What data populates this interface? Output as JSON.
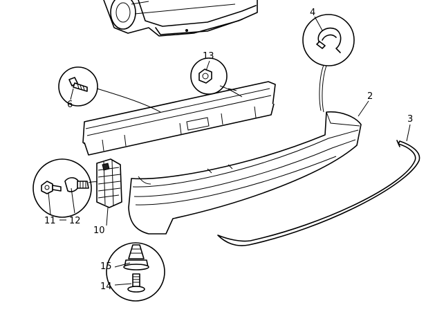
{
  "callouts": {
    "c2": "2",
    "c3": "3",
    "c4": "4",
    "c6": "6",
    "c10": "10",
    "c11": "11",
    "c12": "12",
    "c13": "13",
    "c14": "14",
    "c15": "15"
  }
}
